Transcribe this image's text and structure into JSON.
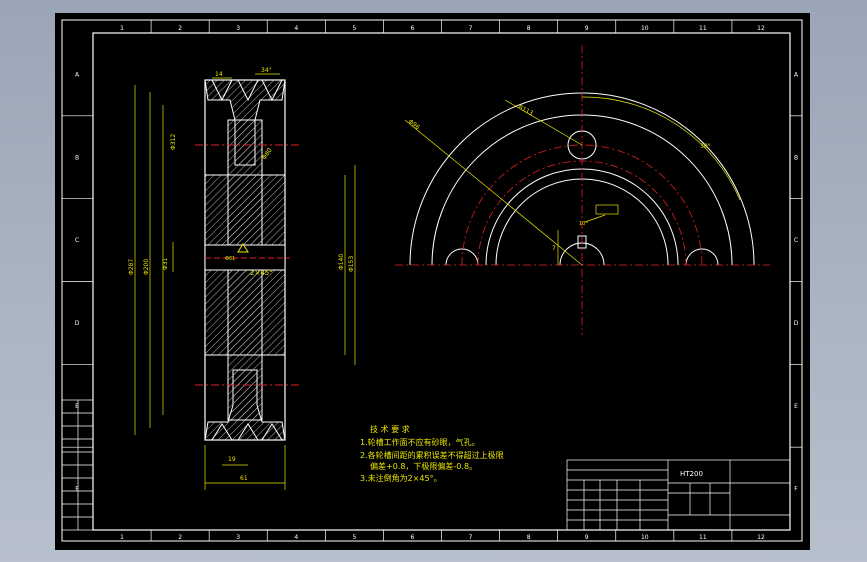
{
  "colors": {
    "paper": "#000000",
    "frame": "#ffffff",
    "outline": "#ffffff",
    "dim": "#e9e400",
    "center": "#e02020",
    "hatch": "#dcdcdc"
  },
  "zones": {
    "top": [
      "1",
      "2",
      "3",
      "4",
      "5",
      "6",
      "7",
      "8",
      "9",
      "10",
      "11",
      "12"
    ],
    "bottom": [
      "1",
      "2",
      "3",
      "4",
      "5",
      "6",
      "7",
      "8",
      "9",
      "10",
      "11",
      "12"
    ],
    "left": [
      "A",
      "B",
      "C",
      "D",
      "E",
      "F"
    ],
    "right": [
      "A",
      "B",
      "C",
      "D",
      "E",
      "F"
    ]
  },
  "section_view": {
    "dims": [
      "14",
      "34°",
      "Φ312",
      "Φ80",
      "Φ287",
      "Φ200",
      "Φ81",
      "Φ31",
      "Φ140",
      "Φ153",
      "19",
      "61",
      "2×45°"
    ]
  },
  "front_view": {
    "dims": [
      "R113",
      "Φ96",
      "30°",
      "7",
      "10°"
    ]
  },
  "tech_req": {
    "title": "技 术 要 求",
    "lines": [
      "1.轮槽工作面不应有砂眼，气孔。",
      "2.各轮槽间距的累积误差不得超过上极限",
      "偏差+0.8，下极限偏差-0.8。",
      "3.未注倒角为2×45°。"
    ]
  },
  "title_block": {
    "material": "HT200"
  }
}
